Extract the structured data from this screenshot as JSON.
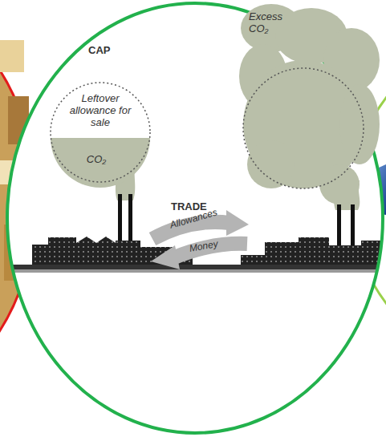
{
  "diagram": {
    "nodes": [
      {
        "text": [
          "CAP",
          "Leftover allowance for sale",
          "CO₂"
        ]
      },
      {
        "text": [
          "Excess CO₂"
        ]
      }
    ],
    "labels": [
      "TRADE",
      "Allowances",
      "Money"
    ]
  }
}
